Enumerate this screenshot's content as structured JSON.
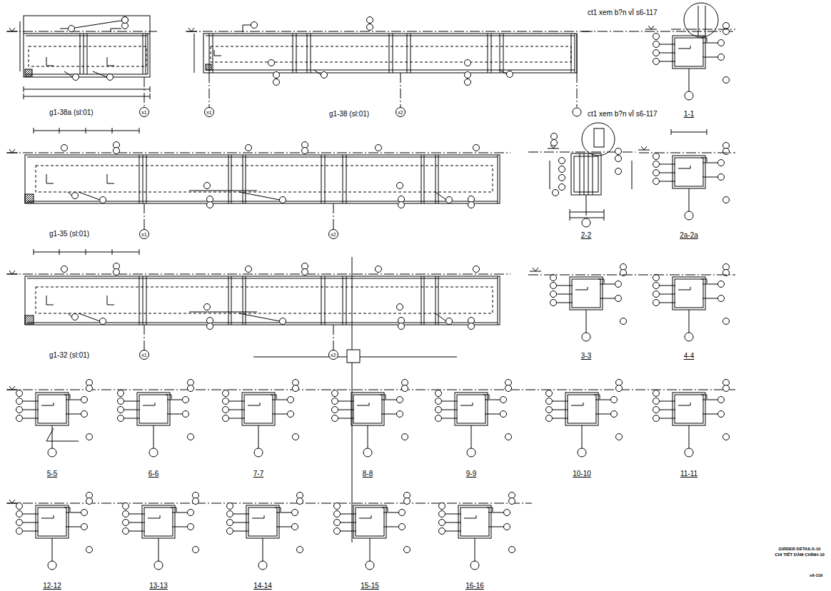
{
  "diagram": {
    "nodes": [
      {
        "text": [
          "x1"
        ]
      },
      {
        "text": [
          "x1"
        ]
      },
      {
        "text": [
          "x2"
        ]
      },
      {
        "text": [
          "x1"
        ]
      },
      {
        "text": [
          "x2"
        ]
      },
      {
        "text": [
          "x1"
        ]
      },
      {
        "text": [
          "x2"
        ]
      }
    ],
    "labels": [
      "ct1 xem b?n vÏ s6-117",
      "g1-38a (sl:01)",
      "g1-38 (sl:01)",
      "ct1 xem b?n vÏ s6-117",
      "1-1",
      "g1-35 (sl:01)",
      "2-2",
      "2a-2a",
      "g1-32 (sl:01)",
      "3-3",
      "4-4",
      "5-5",
      "6-6",
      "7-7",
      "8-8",
      "9-9",
      "10-10",
      "11-11",
      "12-12",
      "13-13",
      "14-14",
      "15-15",
      "16-16",
      "GIRDER DETAILS-10",
      "CHI TIẾT DẦM CHÍNH-10",
      "s6-119"
    ]
  }
}
